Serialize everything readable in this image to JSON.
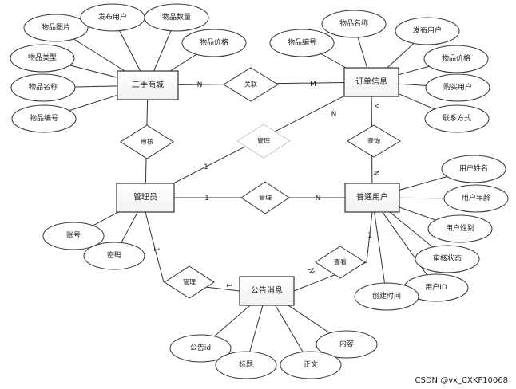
{
  "entities": {
    "mall": "二手商城",
    "order": "订单信息",
    "admin": "管理员",
    "user": "普通用户",
    "notice": "公告消息"
  },
  "relationships": {
    "assoc": "关联",
    "review": "审核",
    "manage_order": "管理",
    "manage_user": "管理",
    "query": "查询",
    "manage_notice": "管理",
    "check": "查看"
  },
  "attributes": {
    "mall": [
      "物品图片",
      "发布用户",
      "物品数量",
      "物品价格",
      "物品类型",
      "物品名称",
      "物品编号"
    ],
    "order": [
      "物品名称",
      "物品编号",
      "发布用户",
      "物品价格",
      "购买用户",
      "联系方式"
    ],
    "user": [
      "用户姓名",
      "用户年龄",
      "用户性别",
      "审核状态",
      "用户ID",
      "创建时间"
    ],
    "admin": [
      "账号",
      "密码"
    ],
    "notice": [
      "公告id",
      "内容",
      "标题",
      "正文"
    ]
  },
  "cardinality": {
    "mall_assoc": "N",
    "assoc_order": "M",
    "admin_manage_order": "1",
    "manage_order_order": "N",
    "order_query": "M",
    "query_user": "N",
    "admin_manage_user": "1",
    "manage_user_user": "N",
    "admin_notice": "1",
    "notice_line_tick": "1",
    "user_check": "1",
    "check_notice": "N"
  },
  "watermark": "CSDN @vx_CXKF10068",
  "colors": {
    "stroke": "#333333",
    "fill": "#ffffff",
    "faded": "#c8c8c8",
    "text": "#222222"
  }
}
